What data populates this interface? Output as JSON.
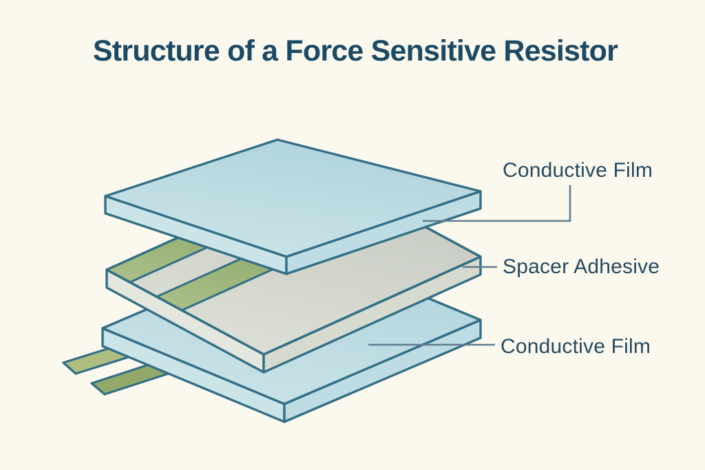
{
  "title": "Structure of a Force Sensitive Resistor",
  "labels": [
    {
      "id": "conductive-film-top",
      "text": "Conductive Film"
    },
    {
      "id": "spacer-adhesive",
      "text": "Spacer Adhesive"
    },
    {
      "id": "conductive-film-bottom",
      "text": "Conductive Film"
    }
  ],
  "layers": [
    {
      "name": "top-conductive-film",
      "material": "Conductive Film"
    },
    {
      "name": "spacer-adhesive",
      "material": "Spacer Adhesive"
    },
    {
      "name": "bottom-conductive-film",
      "material": "Conductive Film"
    }
  ],
  "colors": {
    "background": "#FBF9EE",
    "outline": "#336F86",
    "leader": "#5E7C90",
    "title_text": "#1C4964",
    "label_text": "#274960",
    "film_face": "#AFD3DC",
    "film_face_light": "#CAE4E8",
    "film_side_left": "#CBE4E8",
    "film_side_right": "#BEDCE3",
    "spacer_face": "#C4C9C1",
    "spacer_face_light": "#DEE1D7",
    "spacer_side_left": "#E4E7DD",
    "spacer_side_right": "#D6DACF",
    "trace_dark": "#7CA05B",
    "trace_light": "#A9BD88",
    "tail_upper": "#ADBE80",
    "tail_lower": "#92A96A"
  }
}
